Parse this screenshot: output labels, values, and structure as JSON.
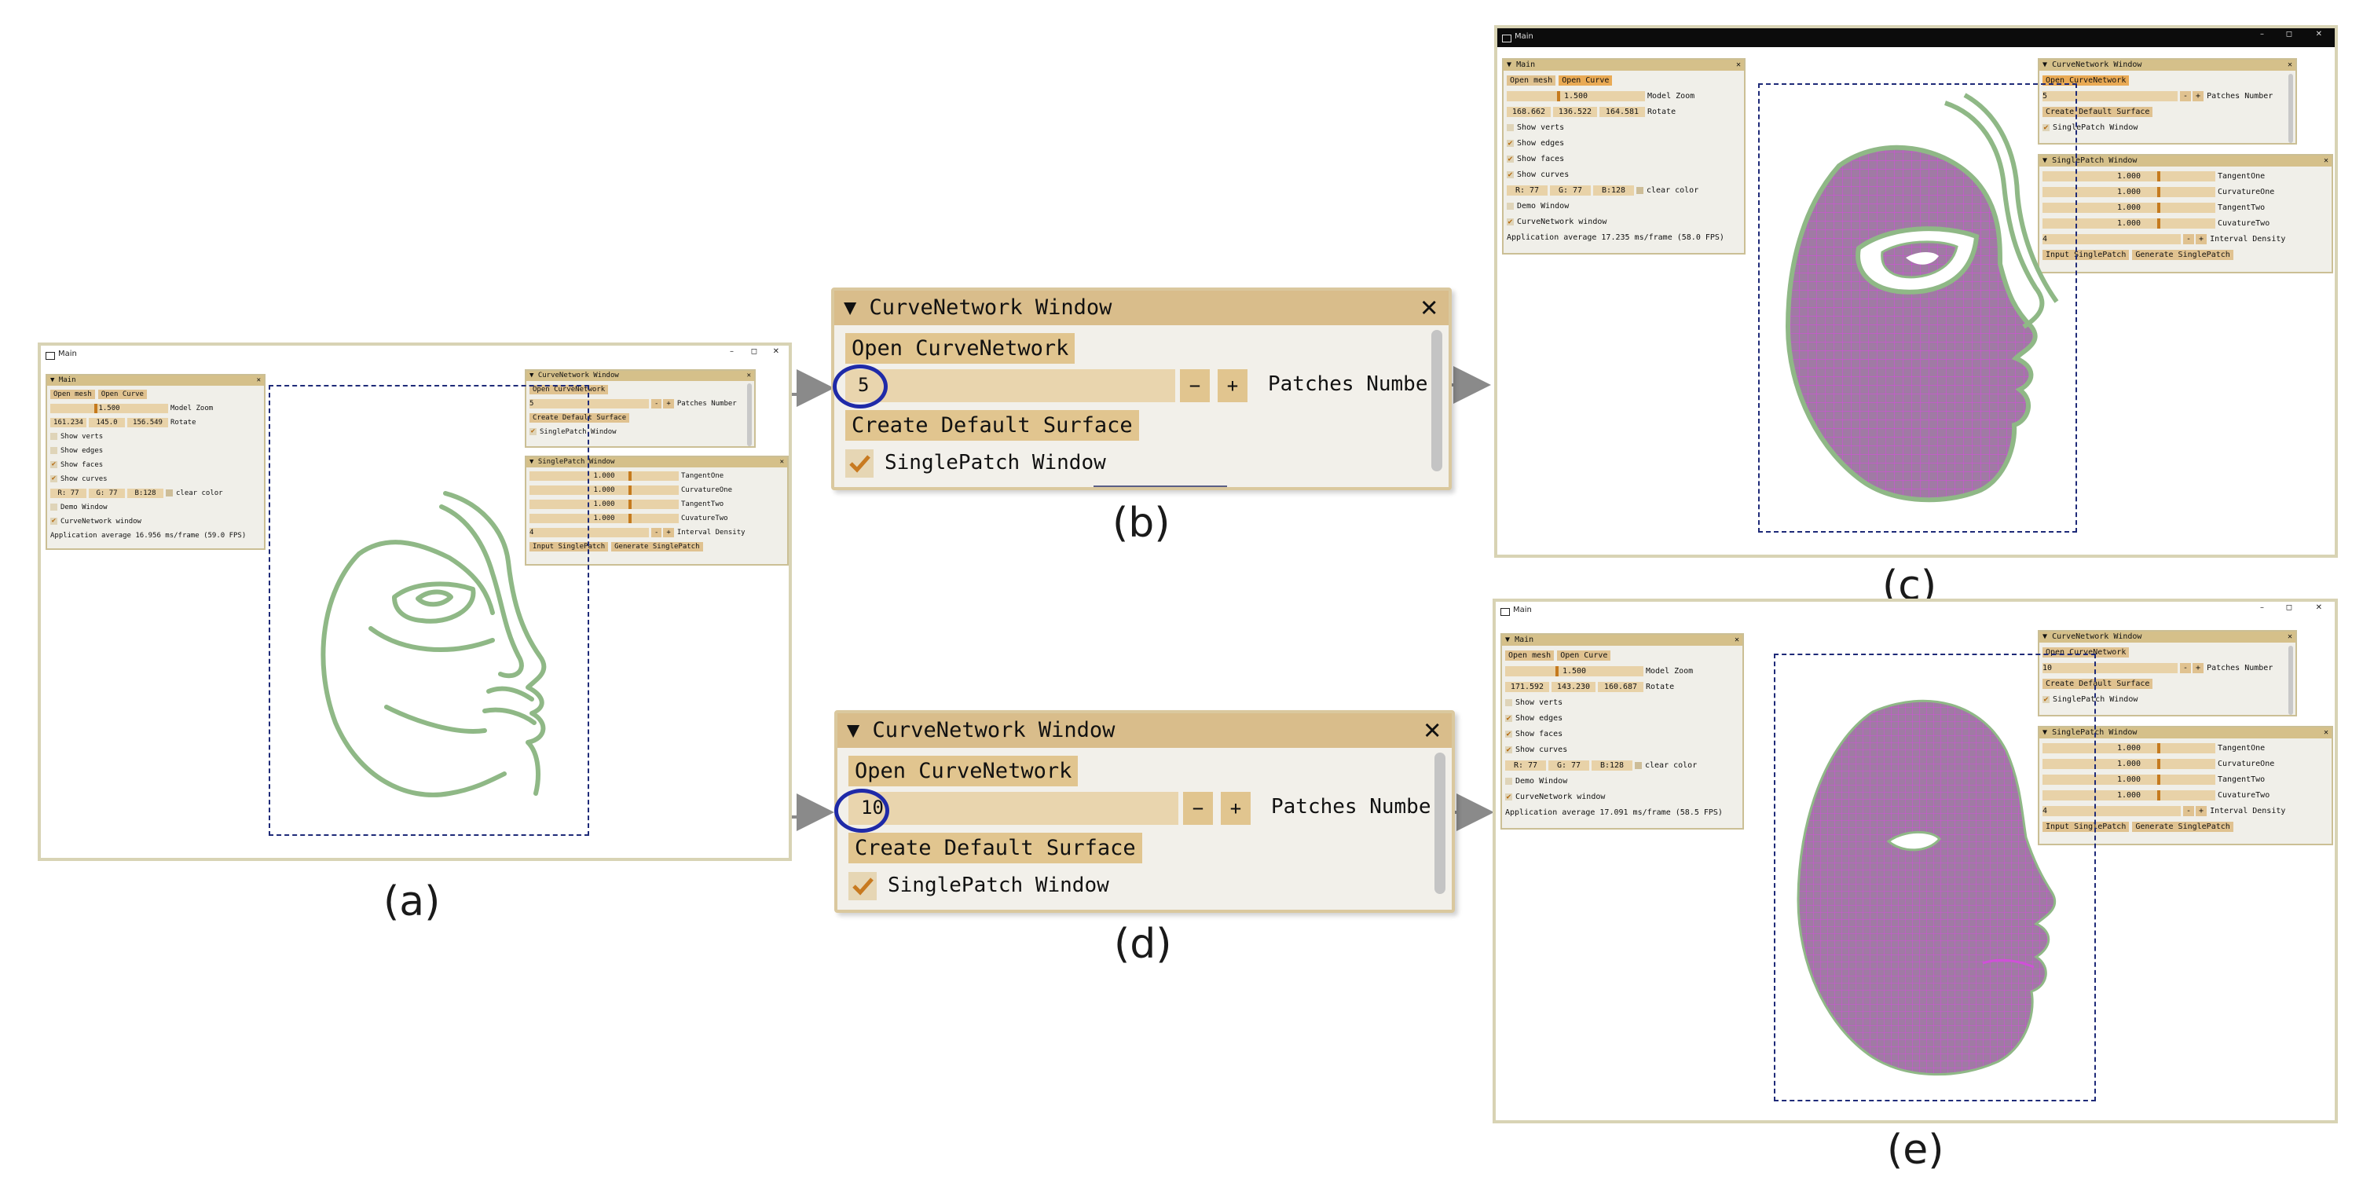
{
  "captions": {
    "a": "(a)",
    "b": "(b)",
    "c": "(c)",
    "d": "(d)",
    "e": "(e)"
  },
  "colors": {
    "curve": "#8fb886",
    "mesh_fill": "#a07aa4",
    "mesh_line": "#d050d8",
    "panel_bg": "#f0efe9",
    "header": "#d5c08a",
    "button": "#e0c290",
    "slider_grab": "#c57a1e",
    "highlight_ring": "#1f2aa8",
    "dashed_box": "#1e2a78"
  },
  "window_a": {
    "title": "Main",
    "main_panel": {
      "title": "Main",
      "open_mesh": "Open mesh",
      "open_curve": "Open Curve",
      "zoom_value": "1.500",
      "zoom_label": "Model Zoom",
      "rot": [
        "161.234",
        "145.0",
        "156.549"
      ],
      "rot_label": "Rotate",
      "show_verts": "Show verts",
      "show_edges": "Show edges",
      "show_faces": "Show faces",
      "show_curves": "Show curves",
      "color": [
        "R: 77",
        "G: 77",
        "B:128"
      ],
      "clear_color": "clear color",
      "demo_window": "Demo Window",
      "curvenetwork_window": "CurveNetwork window",
      "fps": "Application average 16.956 ms/frame (59.0 FPS)"
    },
    "curve_panel": {
      "title": "CurveNetwork Window",
      "open": "Open CurveNetwork",
      "value": "5",
      "minus": "-",
      "plus": "+",
      "patches": "Patches Number",
      "create": "Create Default Surface",
      "single": "SinglePatch Window"
    },
    "single_panel": {
      "title": "SinglePatch Window",
      "rows": [
        {
          "value": "1.000",
          "label": "TangentOne"
        },
        {
          "value": "1.000",
          "label": "CurvatureOne"
        },
        {
          "value": "1.000",
          "label": "TangentTwo"
        },
        {
          "value": "1.000",
          "label": "CuvatureTwo"
        }
      ],
      "density_value": "4",
      "density_label": "Interval Density",
      "input": "Input SinglePatch",
      "generate": "Generate SinglePatch"
    }
  },
  "panel_b": {
    "title": "CurveNetwork Window",
    "open": "Open CurveNetwork",
    "value": "5",
    "minus": "−",
    "plus": "+",
    "patches": "Patches Number",
    "create": "Create Default Surface",
    "single": "SinglePatch Window",
    "check": "✔"
  },
  "panel_d": {
    "title": "CurveNetwork Window",
    "open": "Open CurveNetwork",
    "value": "10",
    "minus": "−",
    "plus": "+",
    "patches": "Patches Number",
    "create": "Create Default Surface",
    "single": "SinglePatch Window",
    "check": "✔"
  },
  "window_c": {
    "title": "Main",
    "main_panel": {
      "title": "Main",
      "open_mesh": "Open mesh",
      "open_curve": "Open Curve",
      "zoom_value": "1.500",
      "zoom_label": "Model Zoom",
      "rot": [
        "168.662",
        "136.522",
        "164.581"
      ],
      "rot_label": "Rotate",
      "show_verts": "Show verts",
      "show_edges": "Show edges",
      "show_faces": "Show faces",
      "show_curves": "Show curves",
      "color": [
        "R: 77",
        "G: 77",
        "B:128"
      ],
      "clear_color": "clear color",
      "demo_window": "Demo Window",
      "curvenetwork_window": "CurveNetwork window",
      "fps": "Application average 17.235 ms/frame (58.0 FPS)"
    },
    "curve_panel": {
      "title": "CurveNetwork Window",
      "open": "Open CurveNetwork",
      "value": "5",
      "minus": "-",
      "plus": "+",
      "patches": "Patches Number",
      "create": "Create Default Surface",
      "single": "SinglePatch Window"
    },
    "single_panel": {
      "title": "SinglePatch Window",
      "rows": [
        {
          "value": "1.000",
          "label": "TangentOne"
        },
        {
          "value": "1.000",
          "label": "CurvatureOne"
        },
        {
          "value": "1.000",
          "label": "TangentTwo"
        },
        {
          "value": "1.000",
          "label": "CuvatureTwo"
        }
      ],
      "density_value": "4",
      "density_label": "Interval Density",
      "input": "Input SinglePatch",
      "generate": "Generate SinglePatch"
    }
  },
  "window_e": {
    "title": "Main",
    "main_panel": {
      "title": "Main",
      "open_mesh": "Open mesh",
      "open_curve": "Open Curve",
      "zoom_value": "1.500",
      "zoom_label": "Model Zoom",
      "rot": [
        "171.592",
        "143.230",
        "160.687"
      ],
      "rot_label": "Rotate",
      "show_verts": "Show verts",
      "show_edges": "Show edges",
      "show_faces": "Show faces",
      "show_curves": "Show curves",
      "color": [
        "R: 77",
        "G: 77",
        "B:128"
      ],
      "clear_color": "clear color",
      "demo_window": "Demo Window",
      "curvenetwork_window": "CurveNetwork window",
      "fps": "Application average 17.091 ms/frame (58.5 FPS)"
    },
    "curve_panel": {
      "title": "CurveNetwork Window",
      "open": "Open CurveNetwork",
      "value": "10",
      "minus": "-",
      "plus": "+",
      "patches": "Patches Number",
      "create": "Create Default Surface",
      "single": "SinglePatch Window"
    },
    "single_panel": {
      "title": "SinglePatch Window",
      "rows": [
        {
          "value": "1.000",
          "label": "TangentOne"
        },
        {
          "value": "1.000",
          "label": "CurvatureOne"
        },
        {
          "value": "1.000",
          "label": "TangentTwo"
        },
        {
          "value": "1.000",
          "label": "CuvatureTwo"
        }
      ],
      "density_value": "4",
      "density_label": "Interval Density",
      "input": "Input SinglePatch",
      "generate": "Generate SinglePatch"
    }
  },
  "icons": {
    "collapse": "▼",
    "close": "✕",
    "check": "✔",
    "minimize": "–",
    "maximize": "◻"
  }
}
